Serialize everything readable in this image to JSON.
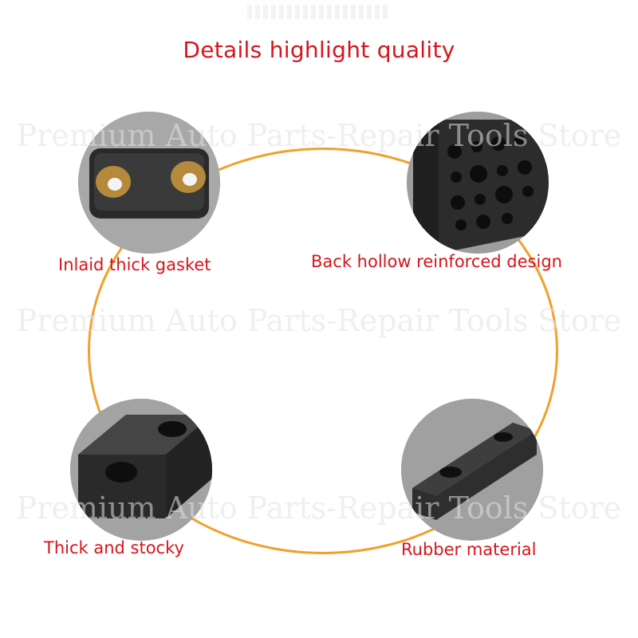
{
  "title": "Details highlight quality",
  "watermark": "Premium Auto Parts-Repair Tools Store",
  "features": [
    {
      "label": "Inlaid thick gasket",
      "icon": "rubber-block-with-brass-gasket"
    },
    {
      "label": "Back hollow reinforced design",
      "icon": "rubber-block-hollow-back"
    },
    {
      "label": "Thick and stocky",
      "icon": "rubber-block-two-holes"
    },
    {
      "label": "Rubber material",
      "icon": "rubber-strip-bumper"
    }
  ],
  "colors": {
    "accent_red": "#d8141b",
    "ring_orange": "#f0a12a",
    "rubber": "#2f2f2f"
  }
}
